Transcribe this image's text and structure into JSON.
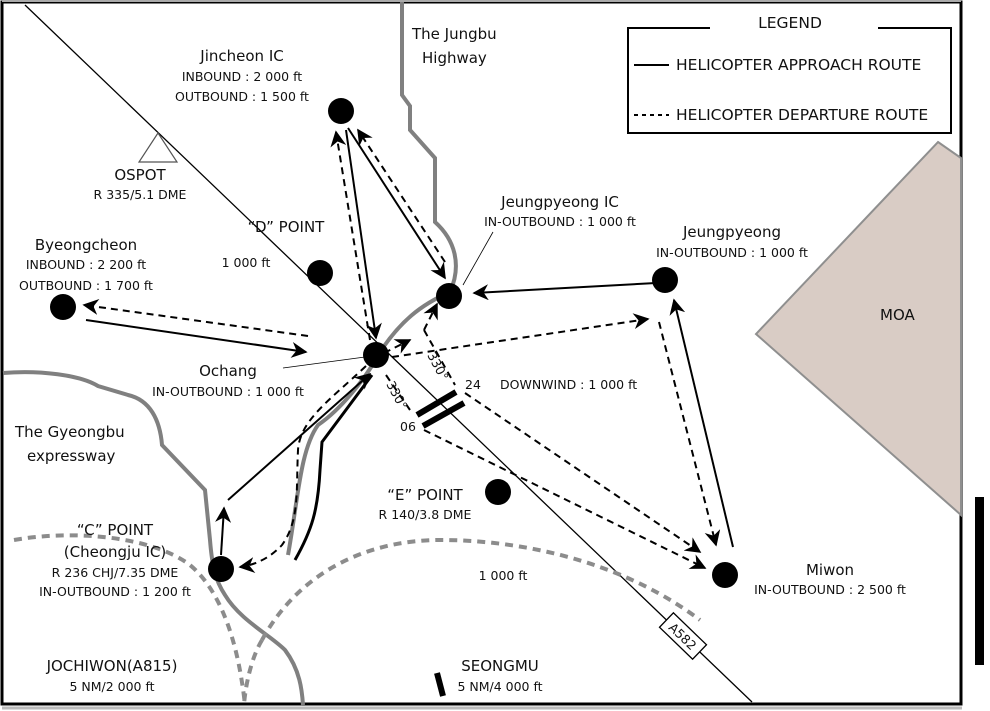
{
  "legend": {
    "title": "LEGEND",
    "approach_label": "HELICOPTER APPROACH ROUTE",
    "departure_label": "HELICOPTER DEPARTURE ROUTE"
  },
  "colors": {
    "route": "#000000",
    "road": "#808080",
    "moa_fill": "#d9ccc5",
    "moa_stroke": "#8f8f8f",
    "boundary_dash": "#8c8c8c"
  },
  "roads": {
    "jungbu_line1": "The Jungbu",
    "jungbu_line2": "Highway",
    "gyeongbu_line1": "The Gyeongbu",
    "gyeongbu_line2": "expressway",
    "airway": "A582"
  },
  "points": {
    "jincheon": {
      "name": "Jincheon IC",
      "line1": "INBOUND : 2 000 ft",
      "line2": "OUTBOUND : 1 500 ft"
    },
    "ospot": {
      "name": "OSPOT",
      "line1": "R 335/5.1 DME"
    },
    "d_point": {
      "name": "“D” POINT",
      "line1": "1 000 ft"
    },
    "byeongcheon": {
      "name": "Byeongcheon",
      "line1": "INBOUND : 2 200 ft",
      "line2": "OUTBOUND : 1 700 ft"
    },
    "ochang": {
      "name": "Ochang",
      "line1": "IN-OUTBOUND : 1 000 ft"
    },
    "jeungpyeong_ic": {
      "name": "Jeungpyeong IC",
      "line1": "IN-OUTBOUND : 1 000 ft"
    },
    "jeungpyeong": {
      "name": "Jeungpyeong",
      "line1": "IN-OUTBOUND : 1 000 ft"
    },
    "c_point": {
      "name": "“C” POINT",
      "line1": "(Cheongju IC)",
      "line2": "R 236 CHJ/7.35 DME",
      "line3": "IN-OUTBOUND : 1 200 ft"
    },
    "e_point": {
      "name": "“E” POINT",
      "line1": "R 140/3.8 DME"
    },
    "miwon": {
      "name": "Miwon",
      "line1": "IN-OUTBOUND : 2 500 ft"
    }
  },
  "runway": {
    "end_a": "24",
    "end_b": "06",
    "heading_1": "330°",
    "heading_2": "330°",
    "downwind": "DOWNWIND : 1 000 ft"
  },
  "airspace": {
    "moa": "MOA",
    "inner_alt": "1 000 ft",
    "jochiwon_name": "JOCHIWON(A815)",
    "jochiwon_limit": "5 NM/2 000 ft",
    "seongmu_name": "SEONGMU",
    "seongmu_limit": "5 NM/4 000 ft"
  }
}
